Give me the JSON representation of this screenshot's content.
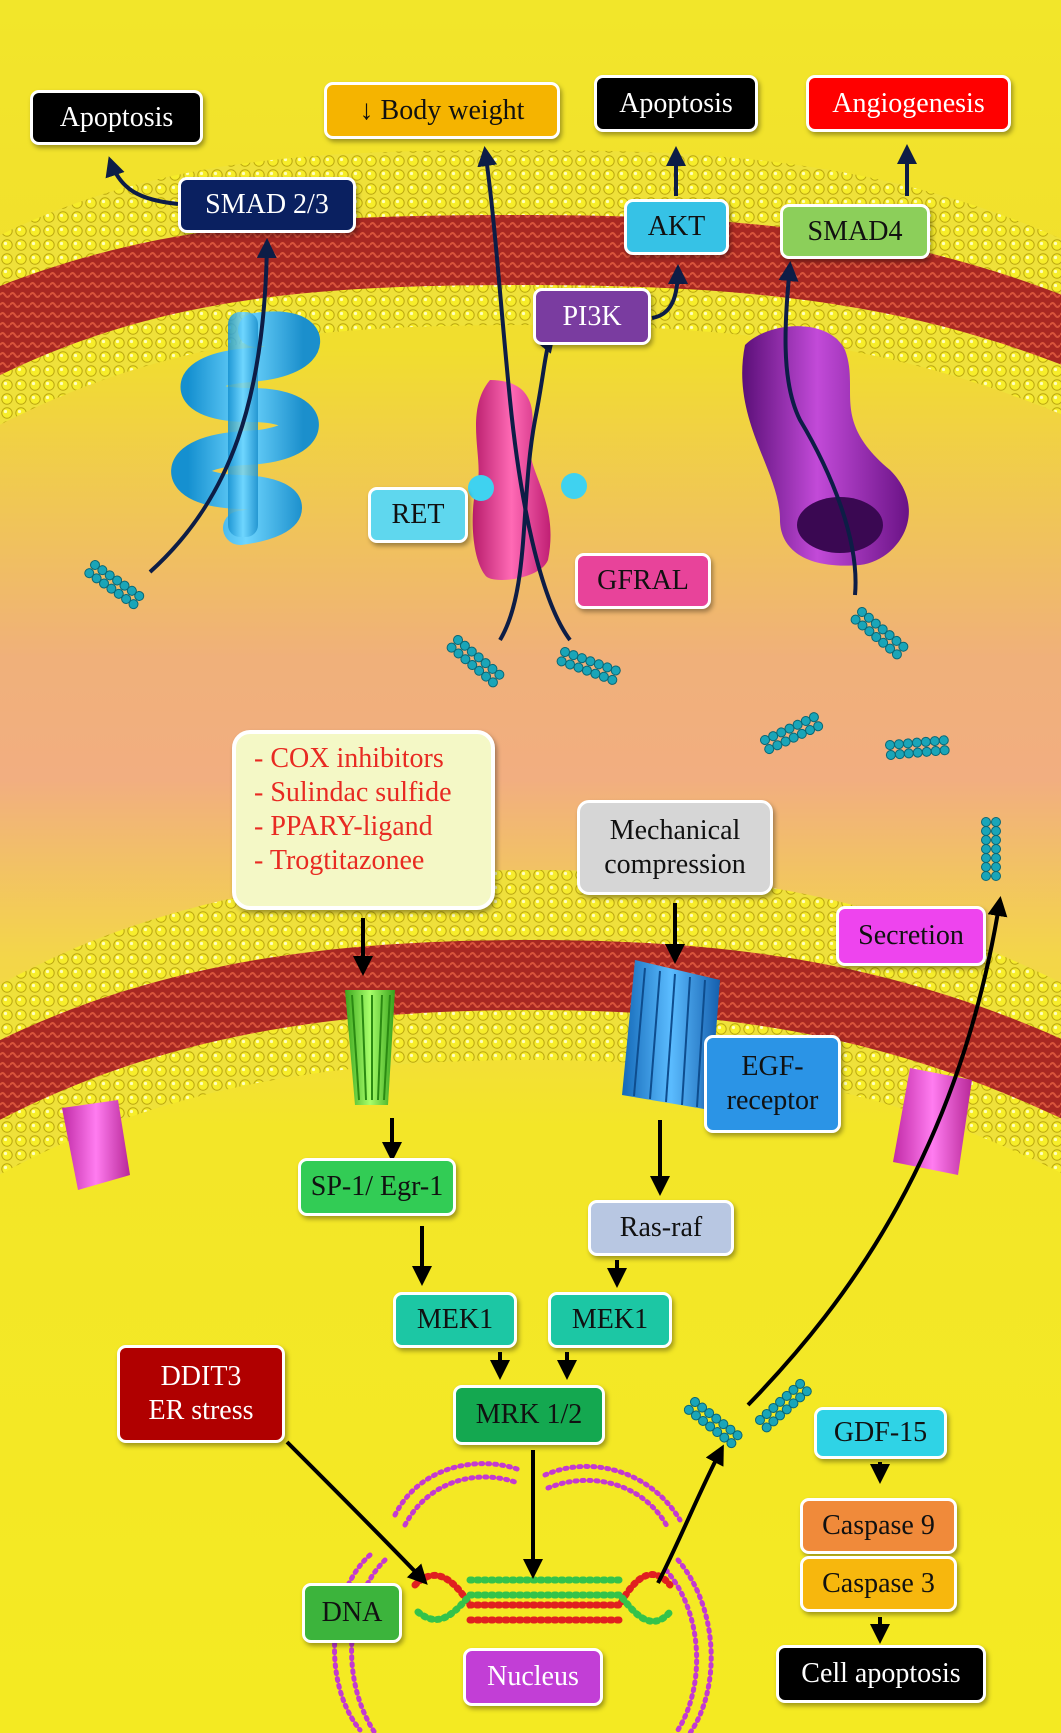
{
  "labels": {
    "apoptosis_left": "Apoptosis",
    "body_weight": "↓ Body weight",
    "apoptosis_right": "Apoptosis",
    "angiogenesis": "Angiogenesis",
    "smad23": "SMAD 2/3",
    "akt": "AKT",
    "smad4": "SMAD4",
    "pi3k": "PI3K",
    "ret": "RET",
    "gfral": "GFRAL",
    "drugs": [
      "- COX inhibitors",
      "- Sulindac sulfide",
      "- PPARY-ligand",
      "- Trogtitazonee"
    ],
    "mechanical_line1": "Mechanical",
    "mechanical_line2": "compression",
    "secretion": "Secretion",
    "egf_line1": "EGF-",
    "egf_line2": "receptor",
    "sp1": "SP-1/ Egr-1",
    "rasraf": "Ras-raf",
    "mek1_left": "MEK1",
    "mek1_right": "MEK1",
    "mrk": "MRK 1/2",
    "ddit3_line1": "DDIT3",
    "ddit3_line2": "ER stress",
    "gdf15": "GDF-15",
    "caspase9": "Caspase 9",
    "caspase3": "Caspase 3",
    "cell_apoptosis": "Cell apoptosis",
    "dna": "DNA",
    "nucleus": "Nucleus"
  },
  "colors": {
    "arrow": "#0d1d46",
    "arrow_lower": "#000000",
    "membrane_head": "#f2e61e",
    "membrane_tail": "#b82c26",
    "ligand": "#1aa5b8",
    "receptor_blue": "#25b6e4",
    "receptor_pink": "#e4388f",
    "receptor_purple": "#8a1fa6",
    "channel_green": "#4ccf2f",
    "channel_blue": "#1f88d6",
    "dna_red": "#e02020",
    "dna_green": "#34c34a",
    "nuclear_envelope": "#c43ad0"
  }
}
